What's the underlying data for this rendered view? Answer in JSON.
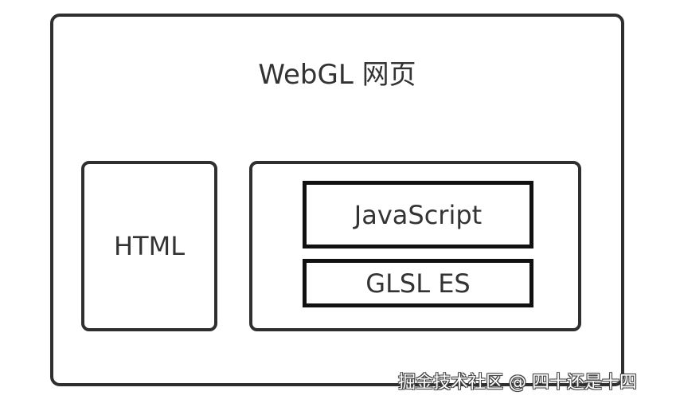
{
  "diagram": {
    "title": "WebGL 网页",
    "nodes": {
      "html": "HTML",
      "javascript": "JavaScript",
      "glsl": "GLSL ES"
    }
  },
  "watermark": {
    "text": "掘金技术社区 @ 四十还是十四"
  },
  "colors": {
    "border": "#2f2f2f",
    "inner_border": "#111111",
    "text": "#333333",
    "background": "#ffffff"
  }
}
